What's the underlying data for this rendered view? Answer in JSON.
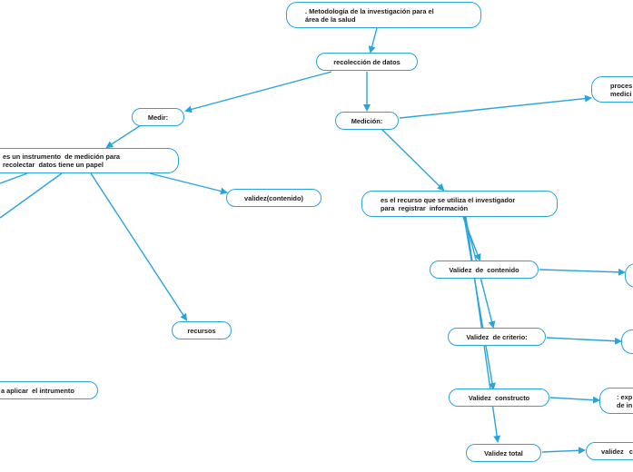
{
  "colors": {
    "line": "#29a3dd",
    "node_border": "#29a3dd",
    "text": "#1a1a1a"
  },
  "nodes": {
    "root": ". Metodología de la investigación para el\nárea de la salud",
    "recoleccion": "recolección de datos",
    "medir": "Medir:",
    "medicion": "Medición:",
    "proceso": "proces\nmedici",
    "instrumento": "es un instrumento  de medición para\nrecolectar  datos tiene un papel",
    "validez_contenido_left": "validez(contenido)",
    "recursos": "recursos",
    "aplicar": "a aplicar  el intrumento",
    "recurso_investigador": "es el recurso que se utiliza el investigador\npara  registrar  información",
    "validez_contenido": "Validez  de  contenido",
    "validez_criterio": "Validez  de criterio:",
    "validez_constructo": "Validez  constructo",
    "validez_total": "Validez total",
    "exp": ": exp\nde in",
    "validez_right": "validez   c"
  }
}
